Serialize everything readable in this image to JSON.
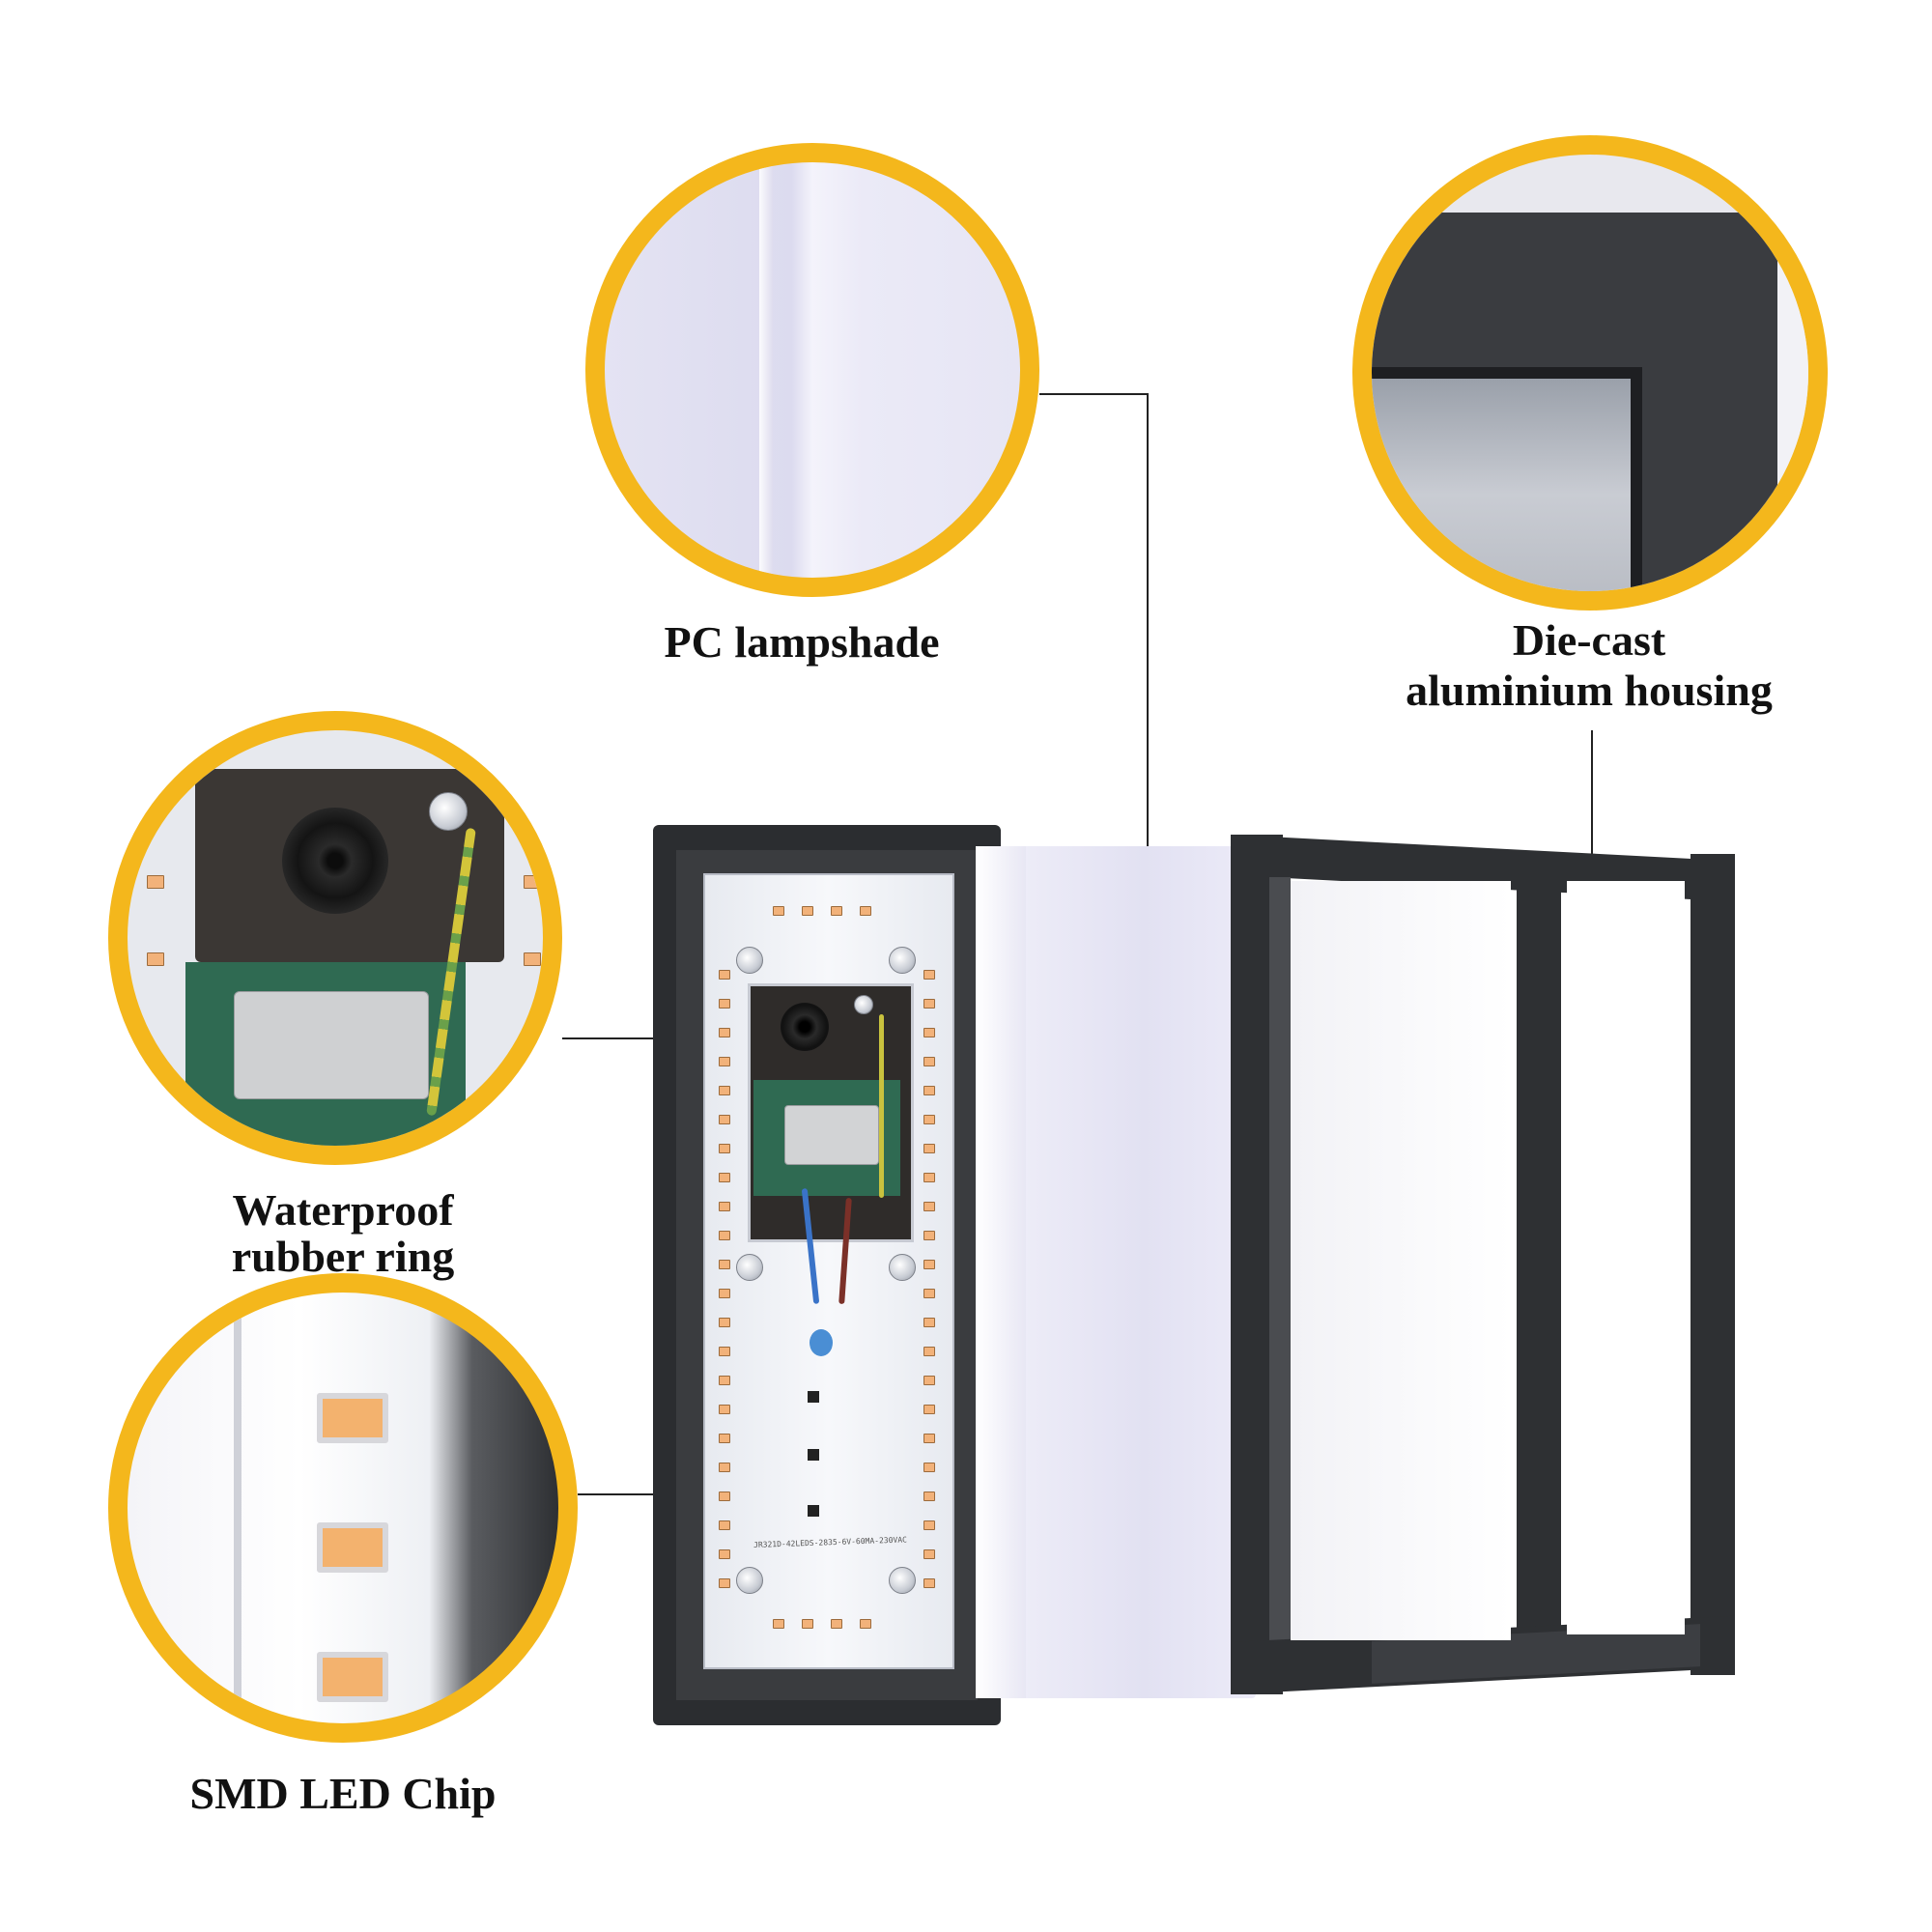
{
  "callouts": {
    "pc_lampshade": "PC lampshade",
    "housing_line1": "Die-cast",
    "housing_line2": "aluminium housing",
    "rubber_line1": "Waterproof",
    "rubber_line2": "rubber ring",
    "led_chip": "SMD LED Chip"
  },
  "pcb_marking": "JR321D-42LEDS-2835-6V-60MA-230VAC",
  "colors": {
    "ring": "#f4b71c",
    "housing": "#2e3033",
    "diffuser": "#eceaf6",
    "led": "#f2b27a"
  }
}
